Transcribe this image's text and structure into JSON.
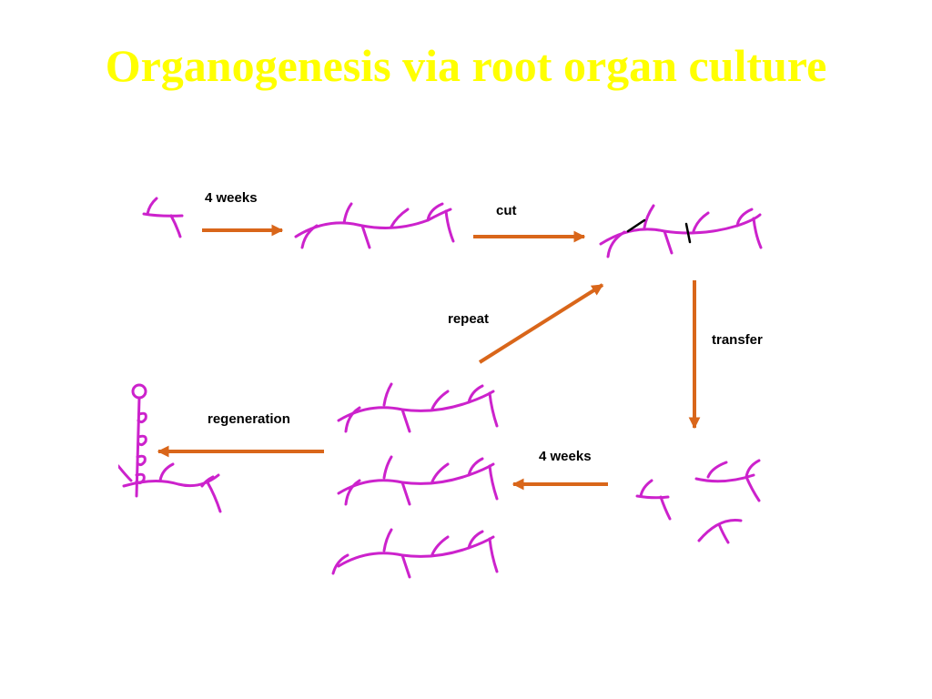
{
  "title": "Organogenesis via root organ culture",
  "colors": {
    "title": "#ffff00",
    "root": "#cc22cc",
    "arrow": "#d9661a",
    "cut_mark": "#000000",
    "background": "#ffffff"
  },
  "diagram": {
    "labels": {
      "step_grow": "4 weeks",
      "step_cut": "cut",
      "step_transfer": "transfer",
      "step_grow_again": "4 weeks",
      "step_repeat": "repeat",
      "step_regeneration": "regeneration"
    }
  }
}
